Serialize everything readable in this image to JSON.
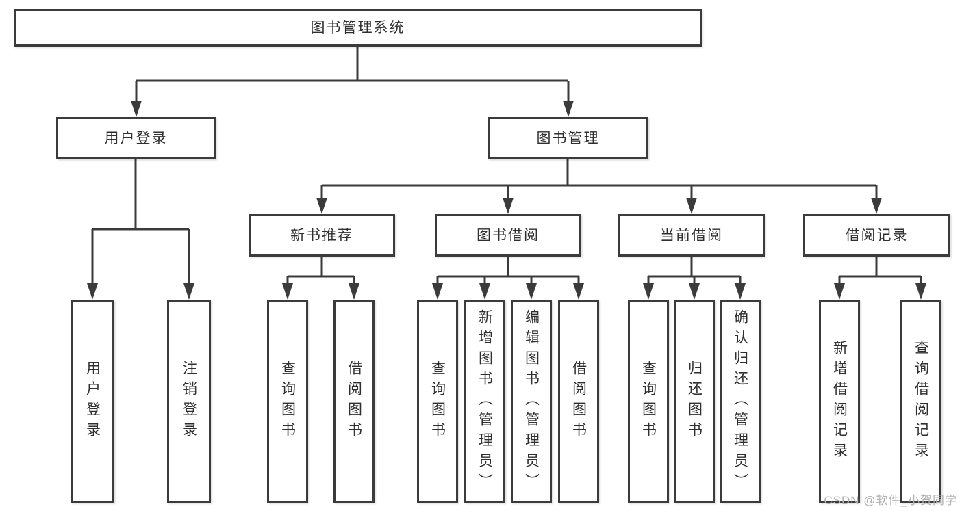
{
  "tree": {
    "label": "图书管理系统",
    "children": [
      {
        "label": "用户登录",
        "children": [
          {
            "label": "用户登录"
          },
          {
            "label": "注销登录"
          }
        ]
      },
      {
        "label": "图书管理",
        "children": [
          {
            "label": "新书推荐",
            "children": [
              {
                "label": "查询图书"
              },
              {
                "label": "借阅图书"
              }
            ]
          },
          {
            "label": "图书借阅",
            "children": [
              {
                "label": "查询图书"
              },
              {
                "label": "新增图书（管理员）"
              },
              {
                "label": "编辑图书（管理员）"
              },
              {
                "label": "借阅图书"
              }
            ]
          },
          {
            "label": "当前借阅",
            "children": [
              {
                "label": "查询图书"
              },
              {
                "label": "归还图书"
              },
              {
                "label": "确认归还（管理员）"
              }
            ]
          },
          {
            "label": "借阅记录",
            "children": [
              {
                "label": "新增借阅记录"
              },
              {
                "label": "查询借阅记录"
              }
            ]
          }
        ]
      }
    ]
  },
  "watermark": {
    "text": "CSDN @软件_小贺同学"
  },
  "colors": {
    "line": "#3b3b3b",
    "text": "#2f2f2f",
    "background": "#ffffff",
    "watermark": "#b0b0b0"
  }
}
